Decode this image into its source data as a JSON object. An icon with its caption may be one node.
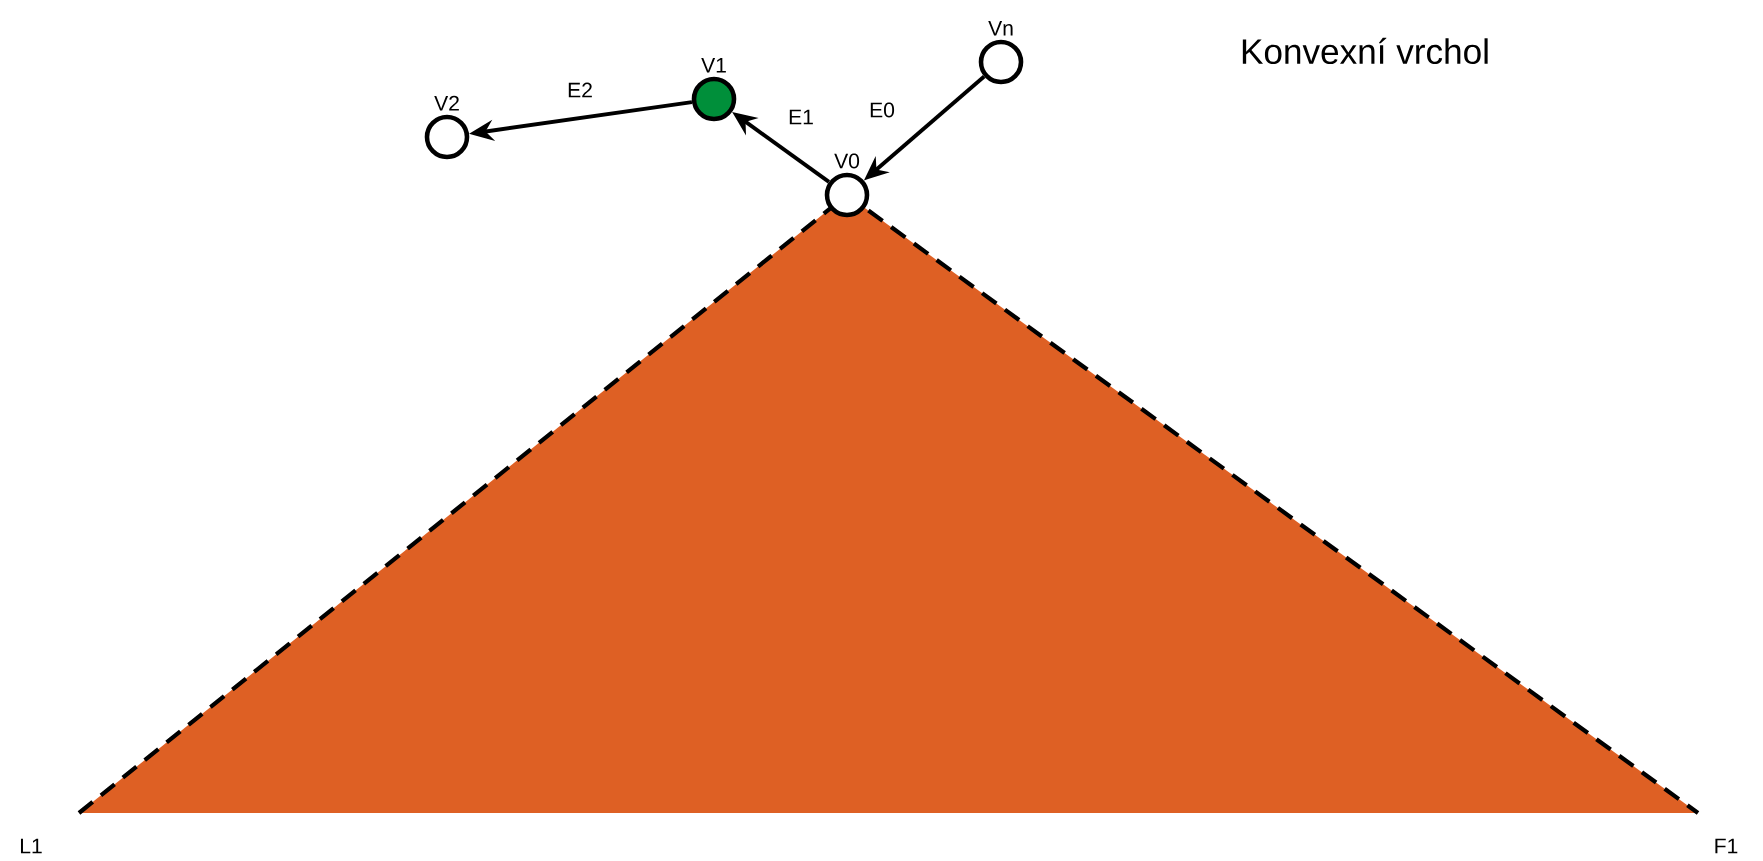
{
  "diagram": {
    "title": "Konvexní vrchol",
    "nodes": [
      {
        "text": [
          "V0"
        ]
      },
      {
        "text": [
          "V1"
        ]
      },
      {
        "text": [
          "V2"
        ]
      },
      {
        "text": [
          "Vn"
        ]
      }
    ],
    "edges": [
      {
        "from": 3,
        "to": 0,
        "arrow": "to",
        "label": "E0"
      },
      {
        "from": 0,
        "to": 1,
        "arrow": "to",
        "label": "E1"
      },
      {
        "from": 1,
        "to": 2,
        "arrow": "to",
        "label": "E2"
      }
    ],
    "labels": [
      "L1",
      "F1"
    ]
  }
}
